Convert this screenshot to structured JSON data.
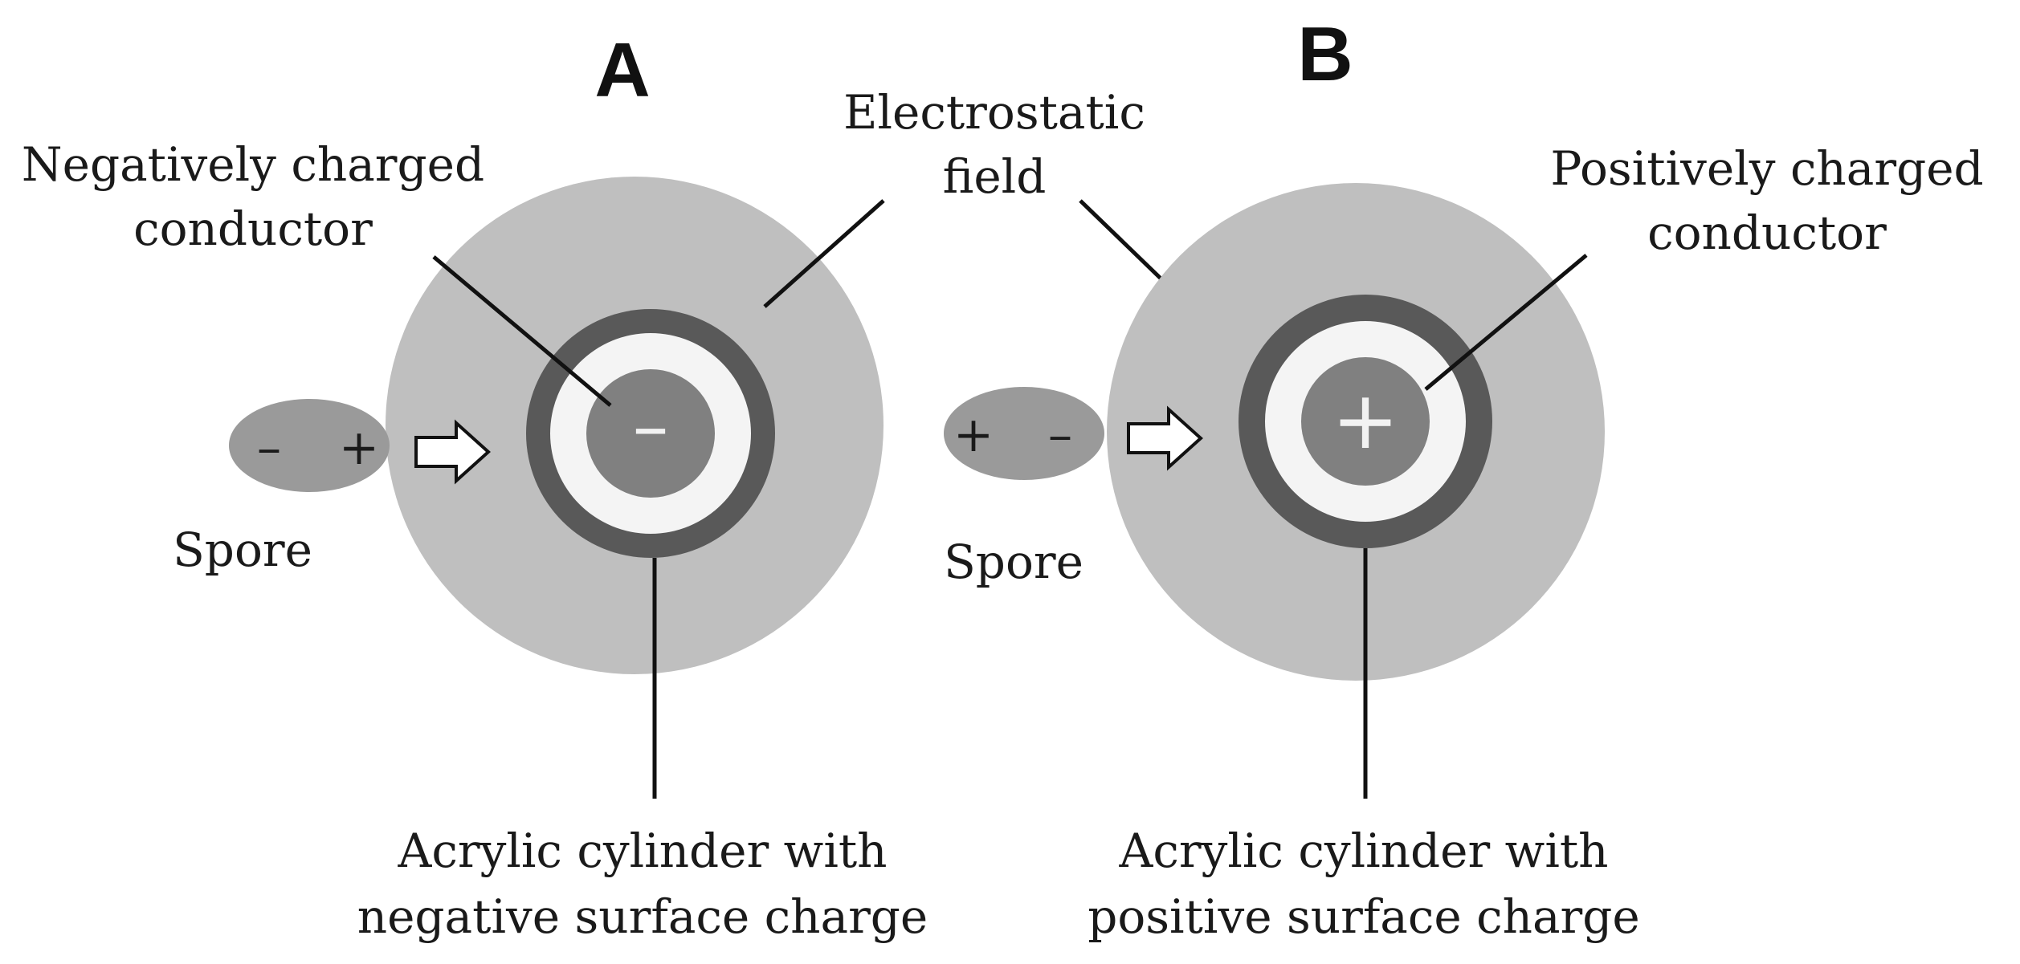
{
  "panels": {
    "a": {
      "letter": "A",
      "conductor_label": [
        "Negatively charged",
        "conductor"
      ],
      "field_label": [
        "Electrostatic",
        "field"
      ],
      "cylinder_label": [
        "Acrylic cylinder with",
        "negative surface charge"
      ],
      "spore_label": "Spore",
      "spore_signs": [
        "–",
        "+"
      ],
      "conductor_sign": "–"
    },
    "b": {
      "letter": "B",
      "conductor_label": [
        "Positively charged",
        "conductor"
      ],
      "cylinder_label": [
        "Acrylic cylinder with",
        "positive surface charge"
      ],
      "spore_label": "Spore",
      "spore_signs": [
        "+",
        "–"
      ],
      "conductor_sign": "+"
    }
  },
  "colors": {
    "field": "#bfbfbf",
    "ring": "#595959",
    "gap": "#f4f4f4",
    "conductor": "#808080",
    "spore": "#9a9a9a",
    "arrow_fill": "#ffffff",
    "text": "#1a1a1a"
  }
}
